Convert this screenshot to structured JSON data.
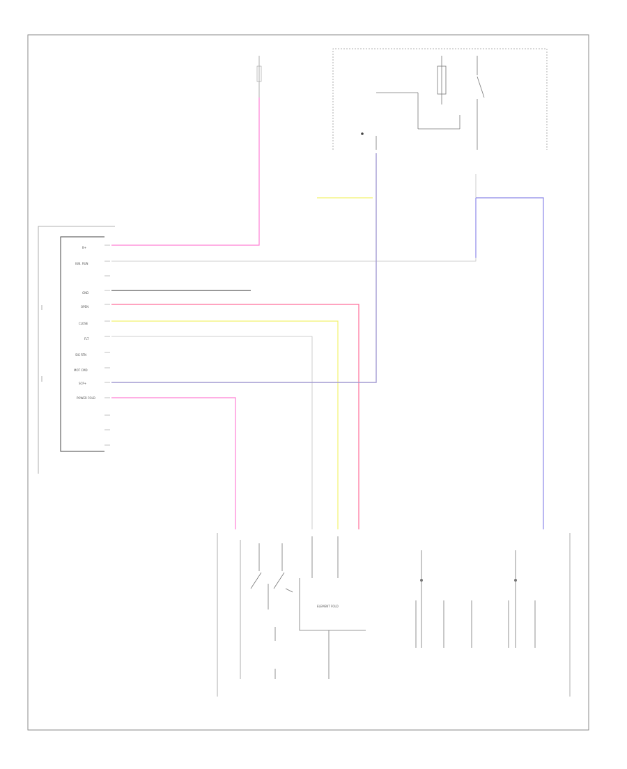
{
  "diagram": {
    "footer_code": "",
    "ecm_pins": [
      {
        "label": "B+"
      },
      {
        "label": "IGN. RUN"
      },
      {
        "label": ""
      },
      {
        "label": "GND"
      },
      {
        "label": "OPEN"
      },
      {
        "label": "CLOSE"
      },
      {
        "label": "FLT"
      },
      {
        "label": "SIG RTN"
      },
      {
        "label": "MOT CMD"
      },
      {
        "label": "SCP+"
      },
      {
        "label": "POWER FOLD"
      },
      {
        "label": ""
      },
      {
        "label": ""
      },
      {
        "label": ""
      }
    ],
    "wire_colors": {
      "pink": "#ff7fd4",
      "purple": "#a49bd2",
      "yellow": "#f2f26e",
      "red": "#ff6e9a",
      "blue": "#8b87e8",
      "gray": "#c0c0c0",
      "black": "#333333",
      "frame": "#8a8a8a"
    },
    "module_box": {
      "label": "ELEMENT FOLD"
    }
  }
}
